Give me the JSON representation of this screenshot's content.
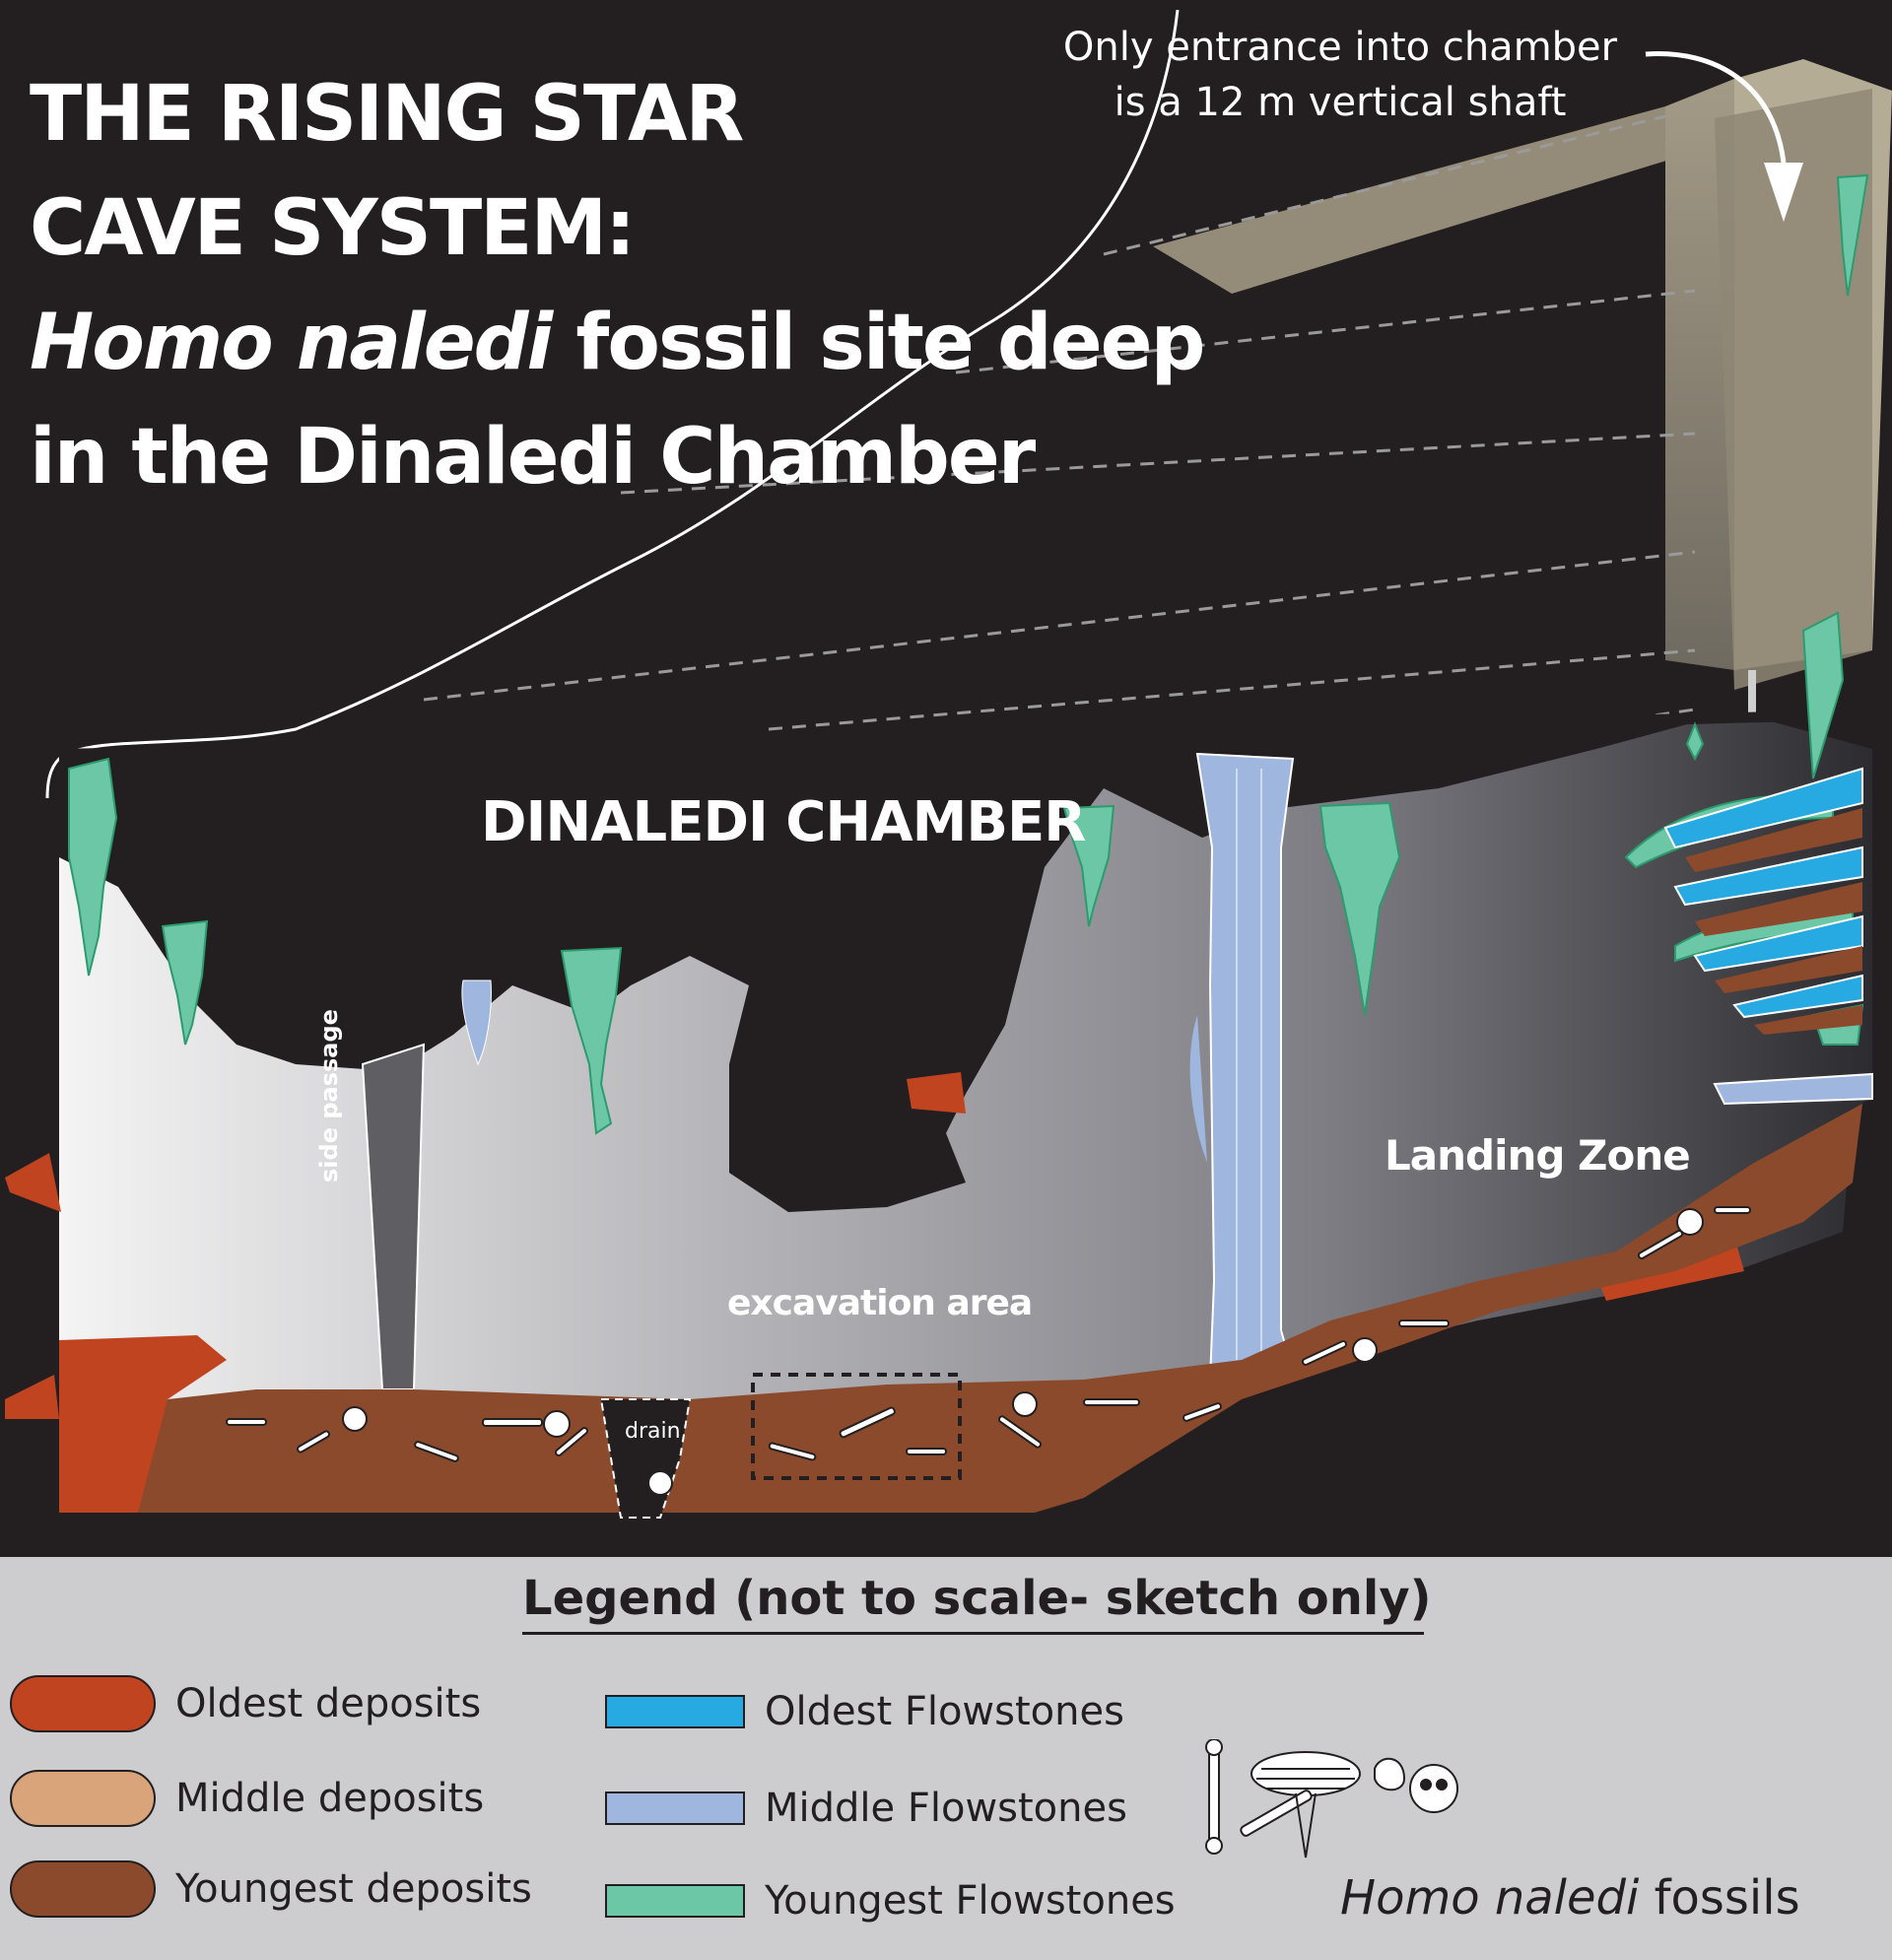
{
  "title": {
    "line1": "THE RISING STAR",
    "line2": "CAVE SYSTEM:",
    "line3_italic": "Homo naledi",
    "line3_rest": " fossil site deep",
    "line4": "in the Dinaledi Chamber"
  },
  "entrance_note": {
    "line1": "Only entrance into chamber",
    "line2": "is a 12 m vertical shaft"
  },
  "labels": {
    "chamber": "DINALEDI CHAMBER",
    "landing_zone": "Landing Zone",
    "excavation": "excavation area",
    "drain": "drain",
    "side_passage": "side passage"
  },
  "legend": {
    "title": "Legend (not to scale- sketch only)",
    "deposits": [
      {
        "label": "Oldest deposits",
        "color": "#c0441f"
      },
      {
        "label": "Middle deposits",
        "color": "#d9a47a"
      },
      {
        "label": "Youngest deposits",
        "color": "#8b4a2b"
      }
    ],
    "flowstones": [
      {
        "label": "Oldest  Flowstones",
        "color": "#27a9e1"
      },
      {
        "label": "Middle  Flowstones",
        "color": "#9fb7df"
      },
      {
        "label": "Youngest  Flowstones",
        "color": "#6cc7a6"
      }
    ],
    "fossils_italic": "Homo naledi",
    "fossils_rest": " fossils"
  },
  "colors": {
    "background": "#231f20",
    "shaft": "#8f8776",
    "legend_bg": "#cdcdd0"
  }
}
